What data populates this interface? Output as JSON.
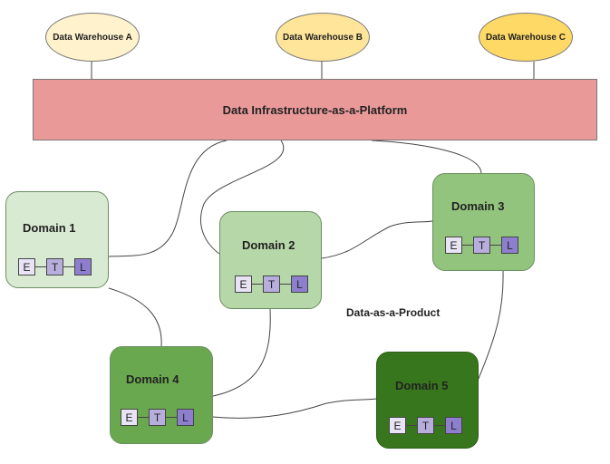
{
  "warehouses": [
    {
      "label": "Data Warehouse A",
      "color": "#fff2cc"
    },
    {
      "label": "Data Warehouse B",
      "color": "#ffe599"
    },
    {
      "label": "Data Warehouse C",
      "color": "#ffd966"
    }
  ],
  "platform": {
    "label": "Data Infrastructure-as-a-Platform",
    "color": "#ea9999"
  },
  "product_label": "Data-as-a-Product",
  "domains": [
    {
      "label": "Domain 1",
      "color": "#d9ead3"
    },
    {
      "label": "Domain 2",
      "color": "#b6d7a8"
    },
    {
      "label": "Domain 3",
      "color": "#93c47d"
    },
    {
      "label": "Domain 4",
      "color": "#6aa84f"
    },
    {
      "label": "Domain 5",
      "color": "#38761d"
    }
  ],
  "etl": {
    "e": "E",
    "t": "T",
    "l": "L"
  }
}
